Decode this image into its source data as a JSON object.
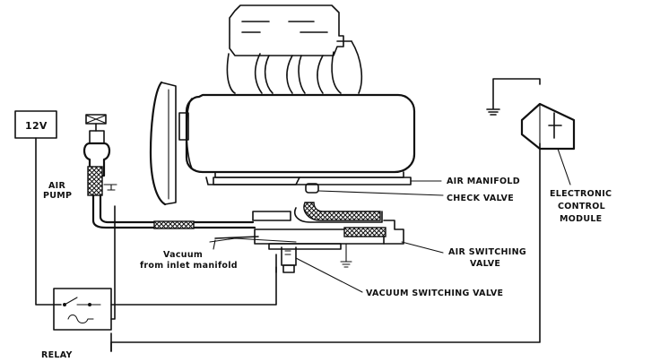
{
  "labels": {
    "voltage": "12V",
    "air_pump_line1": "AIR",
    "air_pump_line2": "PUMP",
    "air_manifold": "AIR MANIFOLD",
    "check_valve": "CHECK VALVE",
    "ecm_line1": "ELECTRONIC",
    "ecm_line2": "CONTROL",
    "ecm_line3": "MODULE",
    "vacuum_line1": "Vacuum",
    "vacuum_line2": "from inlet manifold",
    "air_switching_line1": "AIR SWITCHING",
    "air_switching_line2": "VALVE",
    "vacuum_switching": "VACUUM SWITCHING VALVE",
    "relay": "RELAY"
  }
}
